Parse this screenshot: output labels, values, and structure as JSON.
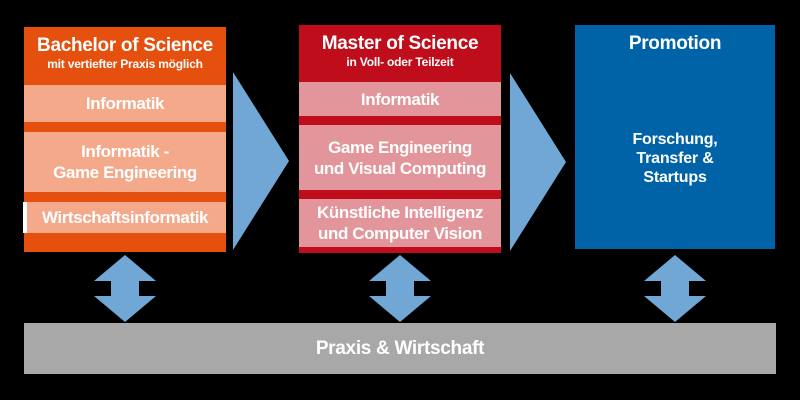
{
  "diagram": {
    "background_color": "#000000",
    "text_color": "#FFFFFF",
    "columns": [
      {
        "id": "bachelor",
        "title": "Bachelor of Science",
        "subtitle": "mit vertiefter Praxis möglich",
        "box_color": "#E5500F",
        "row_color": "#F3A98A",
        "programs": [
          "Informatik",
          "Informatik -\nGame Engineering",
          "Wirtschaftsinformatik"
        ]
      },
      {
        "id": "master",
        "title": "Master of Science",
        "subtitle": "in Voll- oder Teilzeit",
        "box_color": "#C00D1B",
        "row_color": "#E2959A",
        "programs": [
          "Informatik",
          "Game Engineering\nund Visual Computing",
          "Künstliche Intelligenz\nund Computer Vision"
        ]
      },
      {
        "id": "promotion",
        "title": "Promotion",
        "subtitle": "",
        "box_color": "#0063A7",
        "body": "Forschung,\nTransfer &\nStartups"
      }
    ],
    "arrows": {
      "color": "#70A7D4",
      "horizontal_flow": [
        "bachelor-to-master",
        "master-to-promotion"
      ],
      "vertical_exchange": [
        "bachelor-praxis",
        "master-praxis",
        "promotion-praxis"
      ]
    },
    "bottom_bar": {
      "label": "Praxis & Wirtschaft",
      "color": "#A8A8A8"
    }
  }
}
